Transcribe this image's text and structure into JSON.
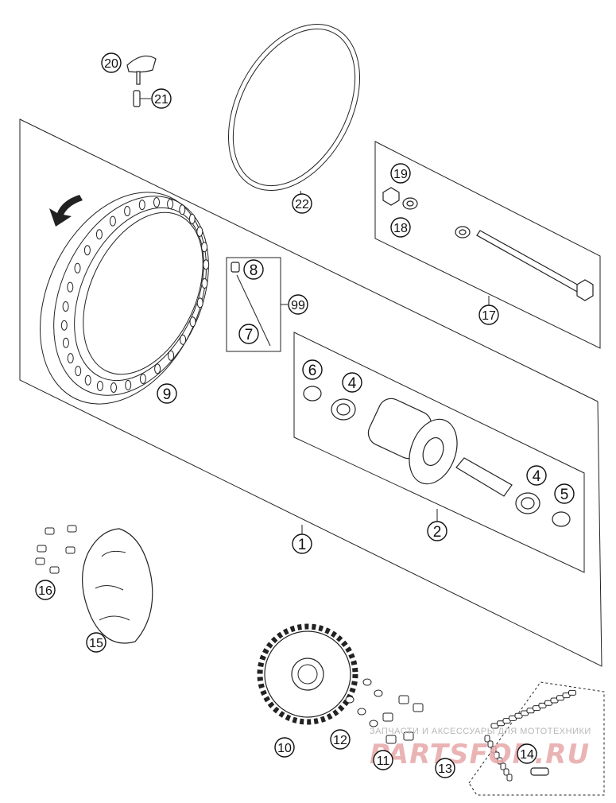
{
  "callouts": {
    "c1": "1",
    "c2": "2",
    "c4a": "4",
    "c4b": "4",
    "c5": "5",
    "c6": "6",
    "c7": "7",
    "c8": "8",
    "c9": "9",
    "c10": "10",
    "c11": "11",
    "c12": "12",
    "c13": "13",
    "c14": "14",
    "c15": "15",
    "c16": "16",
    "c17": "17",
    "c18": "18",
    "c19": "19",
    "c20": "20",
    "c21": "21",
    "c22": "22",
    "c99": "99"
  },
  "watermark": {
    "tagline": "ЗАПЧАСТИ И АКСЕССУАРЫ ДЛЯ МОТОТЕХНИКИ",
    "brand": "PARTSFOR.RU"
  },
  "colors": {
    "ink": "#222222",
    "watermark_brand": "#e7a7a7",
    "watermark_tagline": "#b8b8b8"
  }
}
